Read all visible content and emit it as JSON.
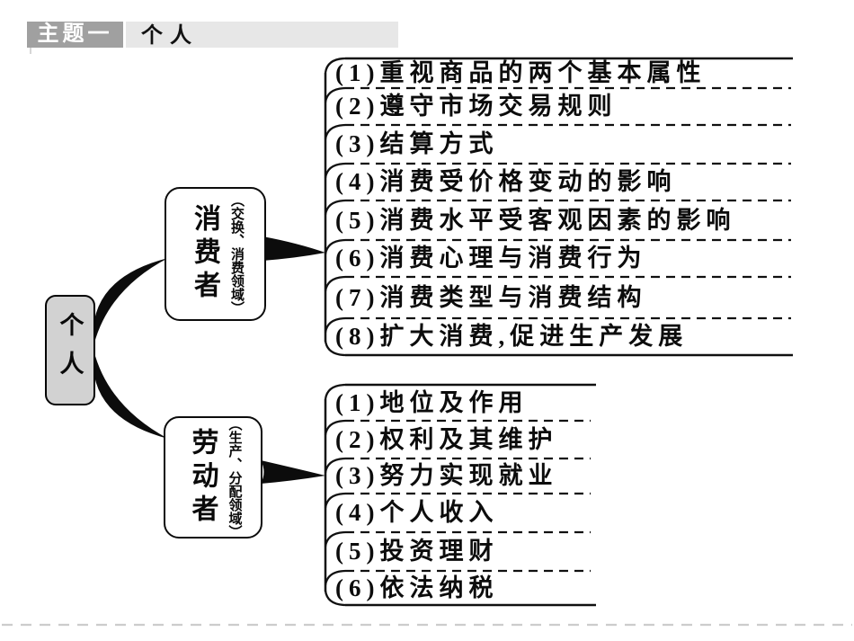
{
  "header": {
    "badge": "主题一",
    "title": "个人"
  },
  "root": {
    "label": "个人"
  },
  "branches": [
    {
      "label": "消费者",
      "annotation": "（交换、消费领域）",
      "items": [
        "(1)重视商品的两个基本属性",
        "(2)遵守市场交易规则",
        "(3)结算方式",
        "(4)消费受价格变动的影响",
        "(5)消费水平受客观因素的影响",
        "(6)消费心理与消费行为",
        "(7)消费类型与消费结构",
        "(8)扩大消费,促进生产发展"
      ]
    },
    {
      "label": "劳动者",
      "annotation": "（生产、分配领域）",
      "items": [
        "(1)地位及作用",
        "(2)权利及其维护",
        "(3)努力实现就业",
        "(4)个人收入",
        "(5)投资理财",
        "(6)依法纳税"
      ]
    }
  ],
  "colors": {
    "line": "#101010",
    "badge_bg": "#a0a0a0",
    "title_bg": "#e7e7e7",
    "root_fill": "#d2d2d2",
    "bottom_rule": "#cccccc"
  }
}
